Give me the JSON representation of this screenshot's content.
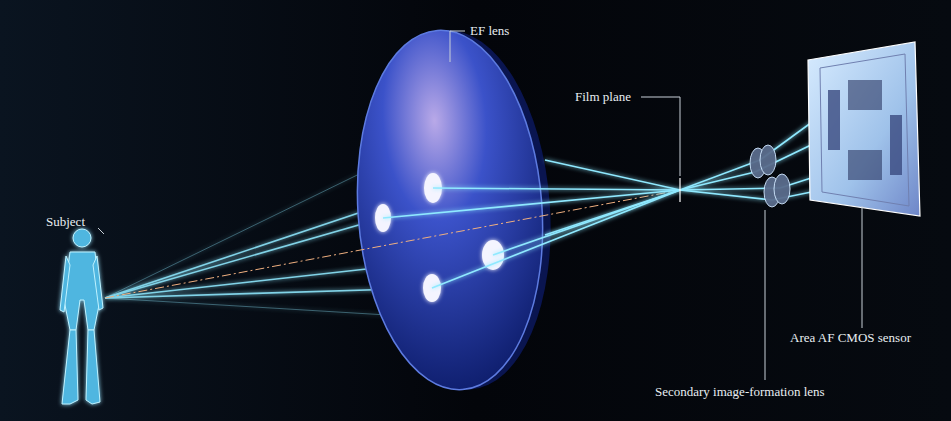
{
  "diagram": {
    "labels": [
      "EF lens",
      "Film plane",
      "Subject",
      "Secondary image-formation lens",
      "Area AF CMOS sensor"
    ]
  }
}
